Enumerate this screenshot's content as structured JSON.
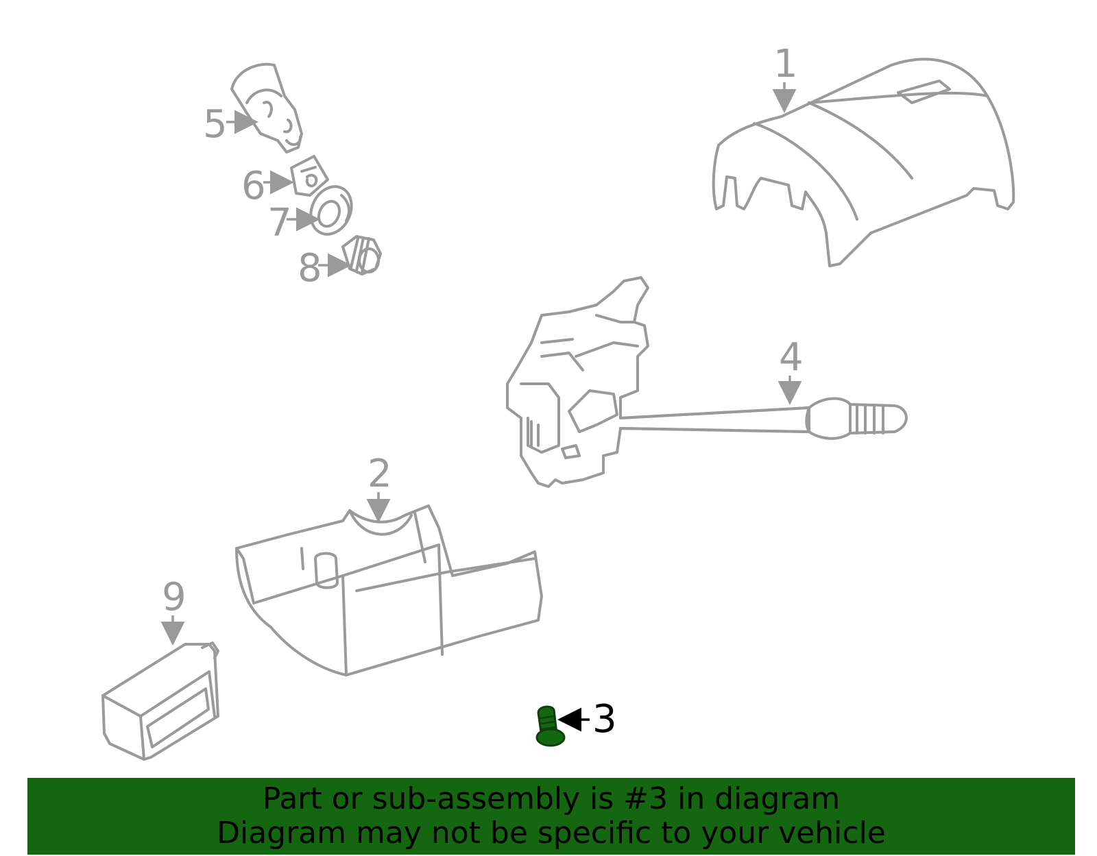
{
  "callouts": {
    "c1": "1",
    "c2": "2",
    "c3": "3",
    "c4": "4",
    "c5": "5",
    "c6": "6",
    "c7": "7",
    "c8": "8",
    "c9": "9"
  },
  "highlight": {
    "part_number": "3",
    "color": "#156610"
  },
  "banner": {
    "line1": "Part or sub-assembly is #3 in diagram",
    "line2": "Diagram may not be specific to your vehicle",
    "background": "#156610"
  },
  "colors": {
    "line_art": "#9a9a9a",
    "text_highlight": "#000000"
  }
}
